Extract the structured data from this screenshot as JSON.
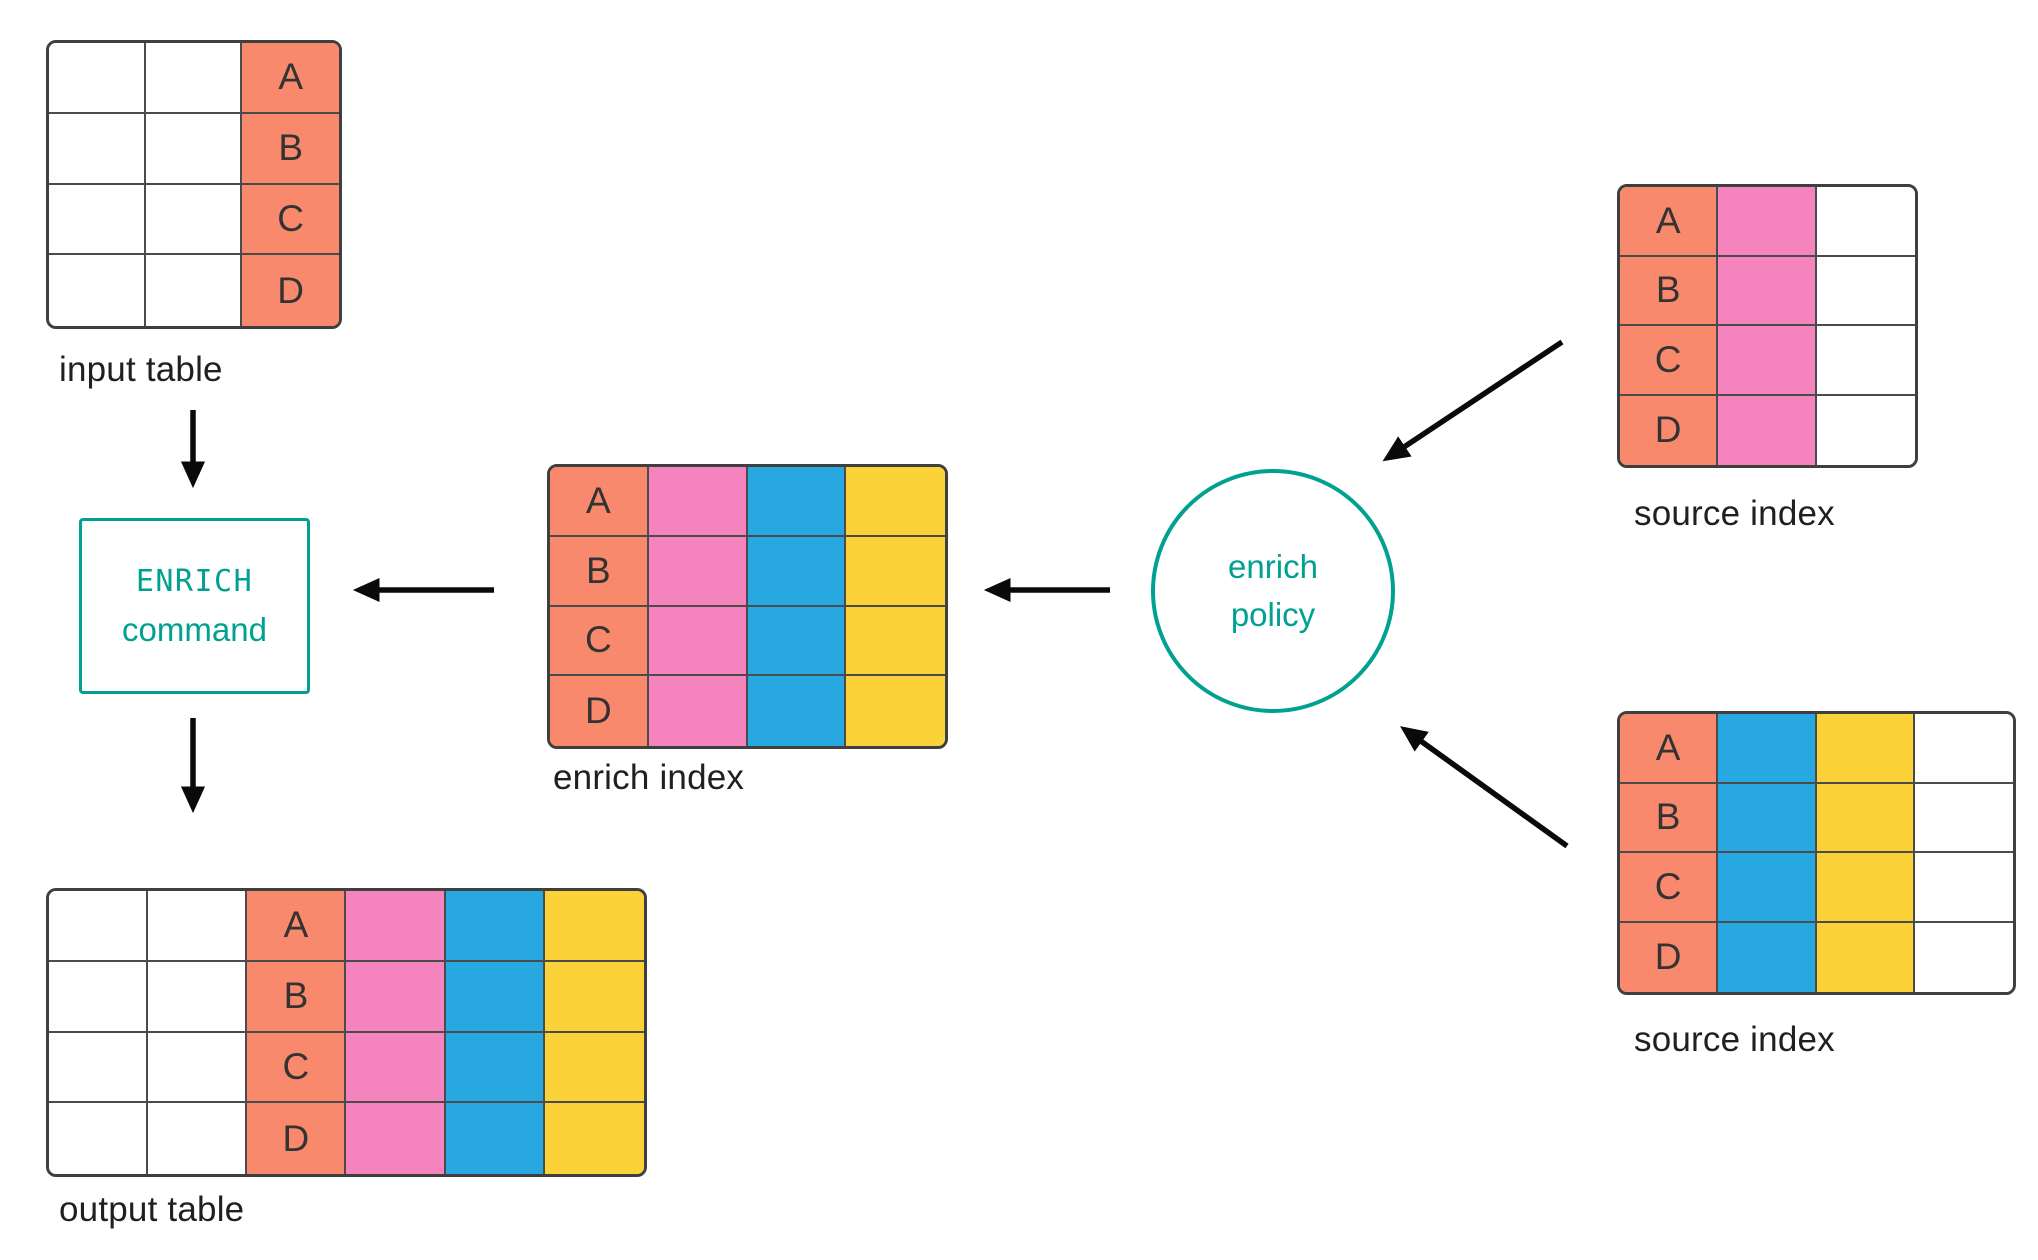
{
  "diagram": {
    "row_keys": [
      "A",
      "B",
      "C",
      "D"
    ],
    "colors": {
      "white": "#FFFFFF",
      "salmon": "#F9896C",
      "pink": "#F584BE",
      "blue": "#27A8E0",
      "yellow": "#FBD237",
      "teal": "#00A191",
      "table_border": "#3F3F3F",
      "grid_line": "#4B4B4B",
      "arrow": "#0A0A0A",
      "label_text": "#202020",
      "cell_text": "#333333"
    },
    "tables": {
      "input_table": {
        "label": "input table",
        "columns": [
          "white",
          "white",
          "salmon"
        ],
        "key_column": 2
      },
      "enrich_index": {
        "label": "enrich index",
        "columns": [
          "salmon",
          "pink",
          "blue",
          "yellow"
        ],
        "key_column": 0
      },
      "source_index_top": {
        "label": "source index",
        "columns": [
          "salmon",
          "pink",
          "white"
        ],
        "key_column": 0
      },
      "source_index_bottom": {
        "label": "source index",
        "columns": [
          "salmon",
          "blue",
          "yellow",
          "white"
        ],
        "key_column": 0
      },
      "output_table": {
        "label": "output table",
        "columns": [
          "white",
          "white",
          "salmon",
          "pink",
          "blue",
          "yellow"
        ],
        "key_column": 2
      }
    },
    "enrich_command": {
      "line1": "ENRICH",
      "line2": "command"
    },
    "enrich_policy": {
      "line1": "enrich",
      "line2": "policy"
    }
  }
}
